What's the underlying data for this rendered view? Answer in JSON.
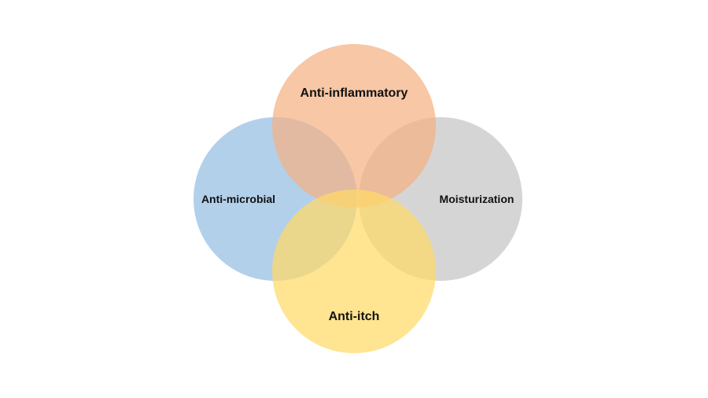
{
  "diagram": {
    "circles": [
      {
        "id": "top",
        "label": "Anti-inflammatory",
        "color": "#f4b183"
      },
      {
        "id": "left",
        "label": "Anti-microbial",
        "color": "#9dc3e6"
      },
      {
        "id": "right",
        "label": "Moisturization",
        "color": "#c9c9c9"
      },
      {
        "id": "bottom",
        "label": "Anti-itch",
        "color": "#ffd966"
      }
    ]
  }
}
